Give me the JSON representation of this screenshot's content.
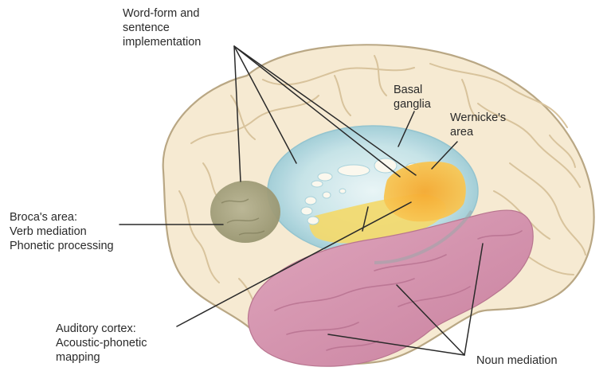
{
  "labels": {
    "word_form": [
      "Word-form and",
      "sentence",
      "implementation"
    ],
    "basal_ganglia": [
      "Basal",
      "ganglia"
    ],
    "wernicke": [
      "Wernicke's",
      "area"
    ],
    "broca": [
      "Broca's area:",
      "Verb mediation",
      "Phonetic processing"
    ],
    "auditory": [
      "Auditory cortex:",
      "Acoustic-phonetic",
      "mapping"
    ],
    "noun": [
      "Noun mediation"
    ]
  },
  "colors": {
    "cortex": "#f6ead2",
    "cortex_outline": "#b9a784",
    "basal_ganglia": "#bfe0e6",
    "broca_region": "#a7a585",
    "wernicke_region": "#f5bb3a",
    "auditory_region": "#f3d96b",
    "temporal_lobe": "#d592ad",
    "leader_line": "#2a2a2a"
  }
}
